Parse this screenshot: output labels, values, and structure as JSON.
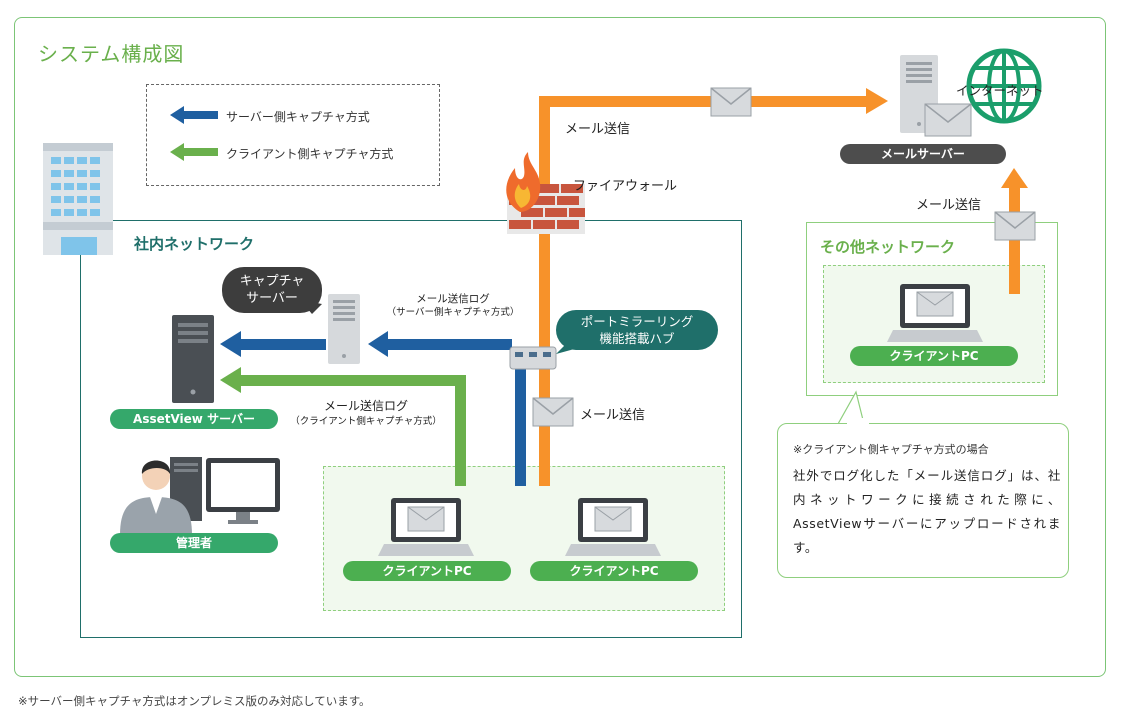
{
  "title": "システム構成図",
  "legend": {
    "server_capture": "サーバー側キャプチャ方式",
    "client_capture": "クライアント側キャプチャ方式"
  },
  "colors": {
    "server_capture": "#1f5fa0",
    "client_capture": "#6ab04c",
    "mail_flow": "#f7922a",
    "accent_teal": "#1f6f6a"
  },
  "corporate_network": {
    "label": "社内ネットワーク"
  },
  "other_network": {
    "label": "その他ネットワーク"
  },
  "internet": {
    "label": "インターネット"
  },
  "mail_server": {
    "label": "メールサーバー"
  },
  "firewall": {
    "label": "ファイアウォール"
  },
  "mail_send_labels": {
    "top": "メール送信",
    "right": "メール送信",
    "middle": "メール送信"
  },
  "capture_server": {
    "bubble_line1": "キャプチャ",
    "bubble_line2": "サーバー"
  },
  "hub": {
    "bubble_line1": "ポートミラーリング",
    "bubble_line2": "機能搭載ハブ"
  },
  "server_log": {
    "line1": "メール送信ログ",
    "line2": "（サーバー側キャプチャ方式）"
  },
  "client_log": {
    "line1": "メール送信ログ",
    "line2": "（クライアント側キャプチャ方式）"
  },
  "assetview_server": {
    "label": "AssetView サーバー"
  },
  "admin": {
    "label": "管理者"
  },
  "client_pcs": [
    {
      "label": "クライアントPC"
    },
    {
      "label": "クライアントPC"
    },
    {
      "label": "クライアントPC"
    }
  ],
  "note": {
    "title": "※クライアント側キャプチャ方式の場合",
    "body": "社外でログ化した「メール送信ログ」は、社内ネットワークに接続された際に、AssetViewサーバーにアップロードされます。"
  },
  "footnote": "※サーバー側キャプチャ方式はオンプレミス版のみ対応しています。"
}
